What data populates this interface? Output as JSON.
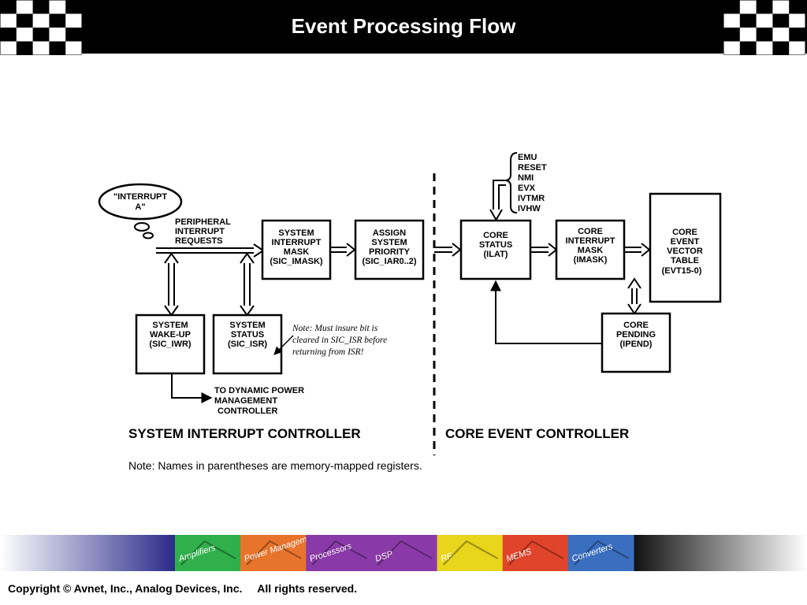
{
  "slide": {
    "title": "Event Processing Flow",
    "copyright": "Copyright © Avnet, Inc., Analog Devices, Inc.     All rights reserved."
  },
  "diagram": {
    "interrupt_bubble": [
      "\"INTERRUPT",
      "A\""
    ],
    "peripheral_label": [
      "PERIPHERAL",
      "INTERRUPT",
      "REQUESTS"
    ],
    "sic_imask": [
      "SYSTEM",
      "INTERRUPT",
      "MASK",
      "(SIC_IMASK)"
    ],
    "assign_priority": [
      "ASSIGN",
      "SYSTEM",
      "PRIORITY",
      "(SIC_IAR0..2)"
    ],
    "sic_iwr": [
      "SYSTEM",
      "WAKE-UP",
      "(SIC_IWR)"
    ],
    "sic_isr": [
      "SYSTEM",
      "STATUS",
      "(SIC_ISR)"
    ],
    "isr_note": [
      "Note: Must insure bit is",
      "cleared in SIC_ISR before",
      "returning from ISR!"
    ],
    "dpm_label": [
      "TO DYNAMIC POWER",
      "MANAGEMENT",
      "CONTROLLER"
    ],
    "core_events": [
      "EMU",
      "RESET",
      "NMI",
      "EVX",
      "IVTMR",
      "IVHW"
    ],
    "ilat": [
      "CORE",
      "STATUS",
      "(ILAT)"
    ],
    "imask": [
      "CORE",
      "INTERRUPT",
      "MASK",
      "(IMASK)"
    ],
    "evt": [
      "CORE",
      "EVENT",
      "VECTOR",
      "TABLE",
      "(EVT15-0)"
    ],
    "ipend": [
      "CORE",
      "PENDING",
      "(IPEND)"
    ],
    "sic_label": "SYSTEM INTERRUPT CONTROLLER",
    "cec_label": "CORE EVENT CONTROLLER",
    "bottom_note": "Note: Names in parentheses are memory-mapped registers."
  },
  "banner": {
    "tiles": [
      {
        "label": "Amplifiers",
        "color": "#2fb04a"
      },
      {
        "label": "Power Management",
        "color": "#e8742c"
      },
      {
        "label": "Processors",
        "color": "#8a3aa8"
      },
      {
        "label": "DSP",
        "color": "#8a3aa8"
      },
      {
        "label": "RF",
        "color": "#e8d51c"
      },
      {
        "label": "MEMS",
        "color": "#e0442a"
      },
      {
        "label": "Converters",
        "color": "#3a6fc0"
      }
    ]
  }
}
